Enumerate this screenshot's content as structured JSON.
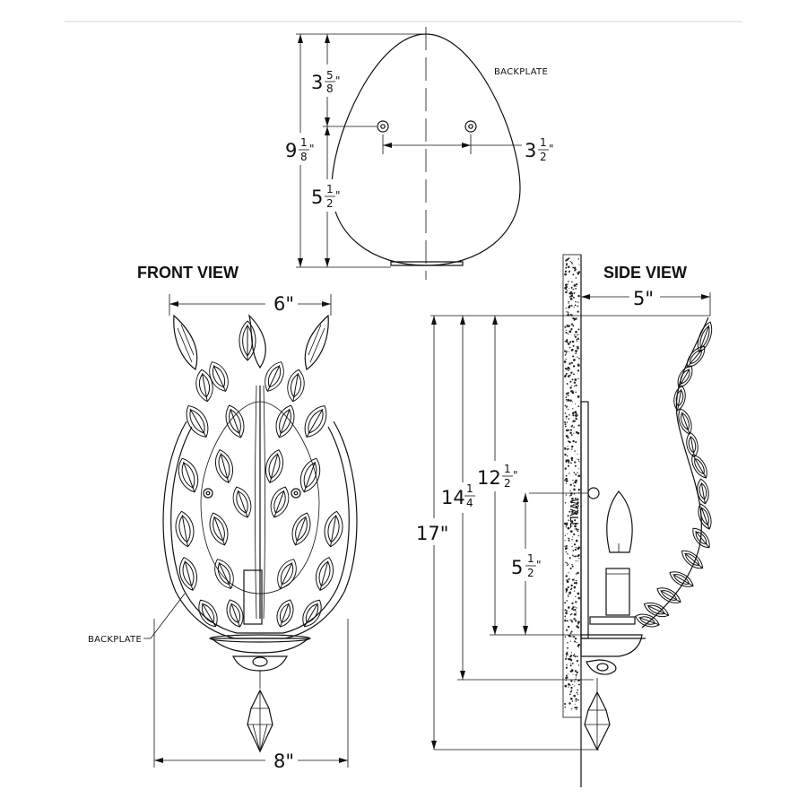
{
  "views": {
    "front": "FRONT VIEW",
    "side": "SIDE VIEW"
  },
  "labels": {
    "backplate_top": "BACKPLATE",
    "backplate_front": "BACKPLATE"
  },
  "dimensions": {
    "bp_top_whole": "3",
    "bp_top_num": "5",
    "bp_top_den": "8",
    "bp_total_whole": "9",
    "bp_total_num": "1",
    "bp_total_den": "8",
    "bp_lower_whole": "5",
    "bp_lower_num": "1",
    "bp_lower_den": "2",
    "bp_holes_whole": "3",
    "bp_holes_num": "1",
    "bp_holes_den": "2",
    "front_top_width": "6\"",
    "front_bottom_width": "8\"",
    "side_depth": "5\"",
    "side_height_total": "17\"",
    "side_h1_whole": "14",
    "side_h1_num": "1",
    "side_h1_den": "4",
    "side_h2_whole": "12",
    "side_h2_num": "1",
    "side_h2_den": "2",
    "side_h3_whole": "5",
    "side_h3_num": "1",
    "side_h3_den": "2",
    "inch": "\""
  },
  "wall_text": "WALL"
}
